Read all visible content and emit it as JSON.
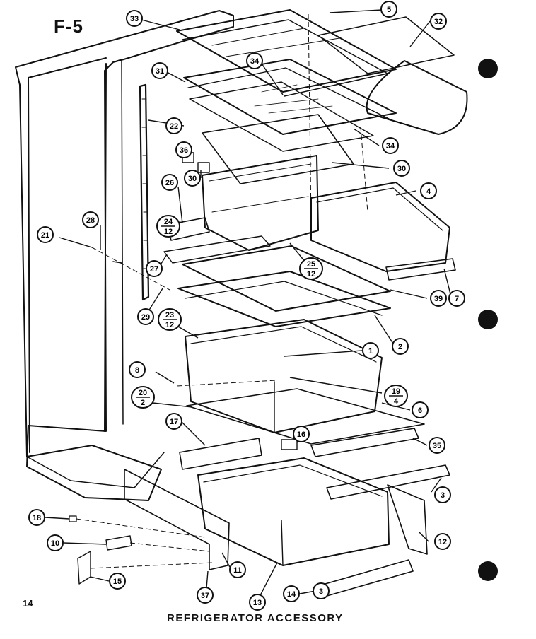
{
  "figure_id": "F-5",
  "page_number": "14",
  "caption": "REFRIGERATOR ACCESSORY",
  "callouts": [
    "33",
    "5",
    "32",
    "31",
    "34",
    "34",
    "22",
    "36",
    "30",
    "30",
    "26",
    "4",
    "28",
    "24/12",
    "21",
    "25/12",
    "27",
    "39",
    "7",
    "29",
    "23/12",
    "2",
    "1",
    "8",
    "19/4",
    "20/2",
    "6",
    "17",
    "16",
    "35",
    "3",
    "18",
    "10",
    "12",
    "15",
    "11",
    "37",
    "13",
    "14",
    "3"
  ],
  "colors": {
    "ink": "#111111",
    "paper": "#ffffff"
  }
}
